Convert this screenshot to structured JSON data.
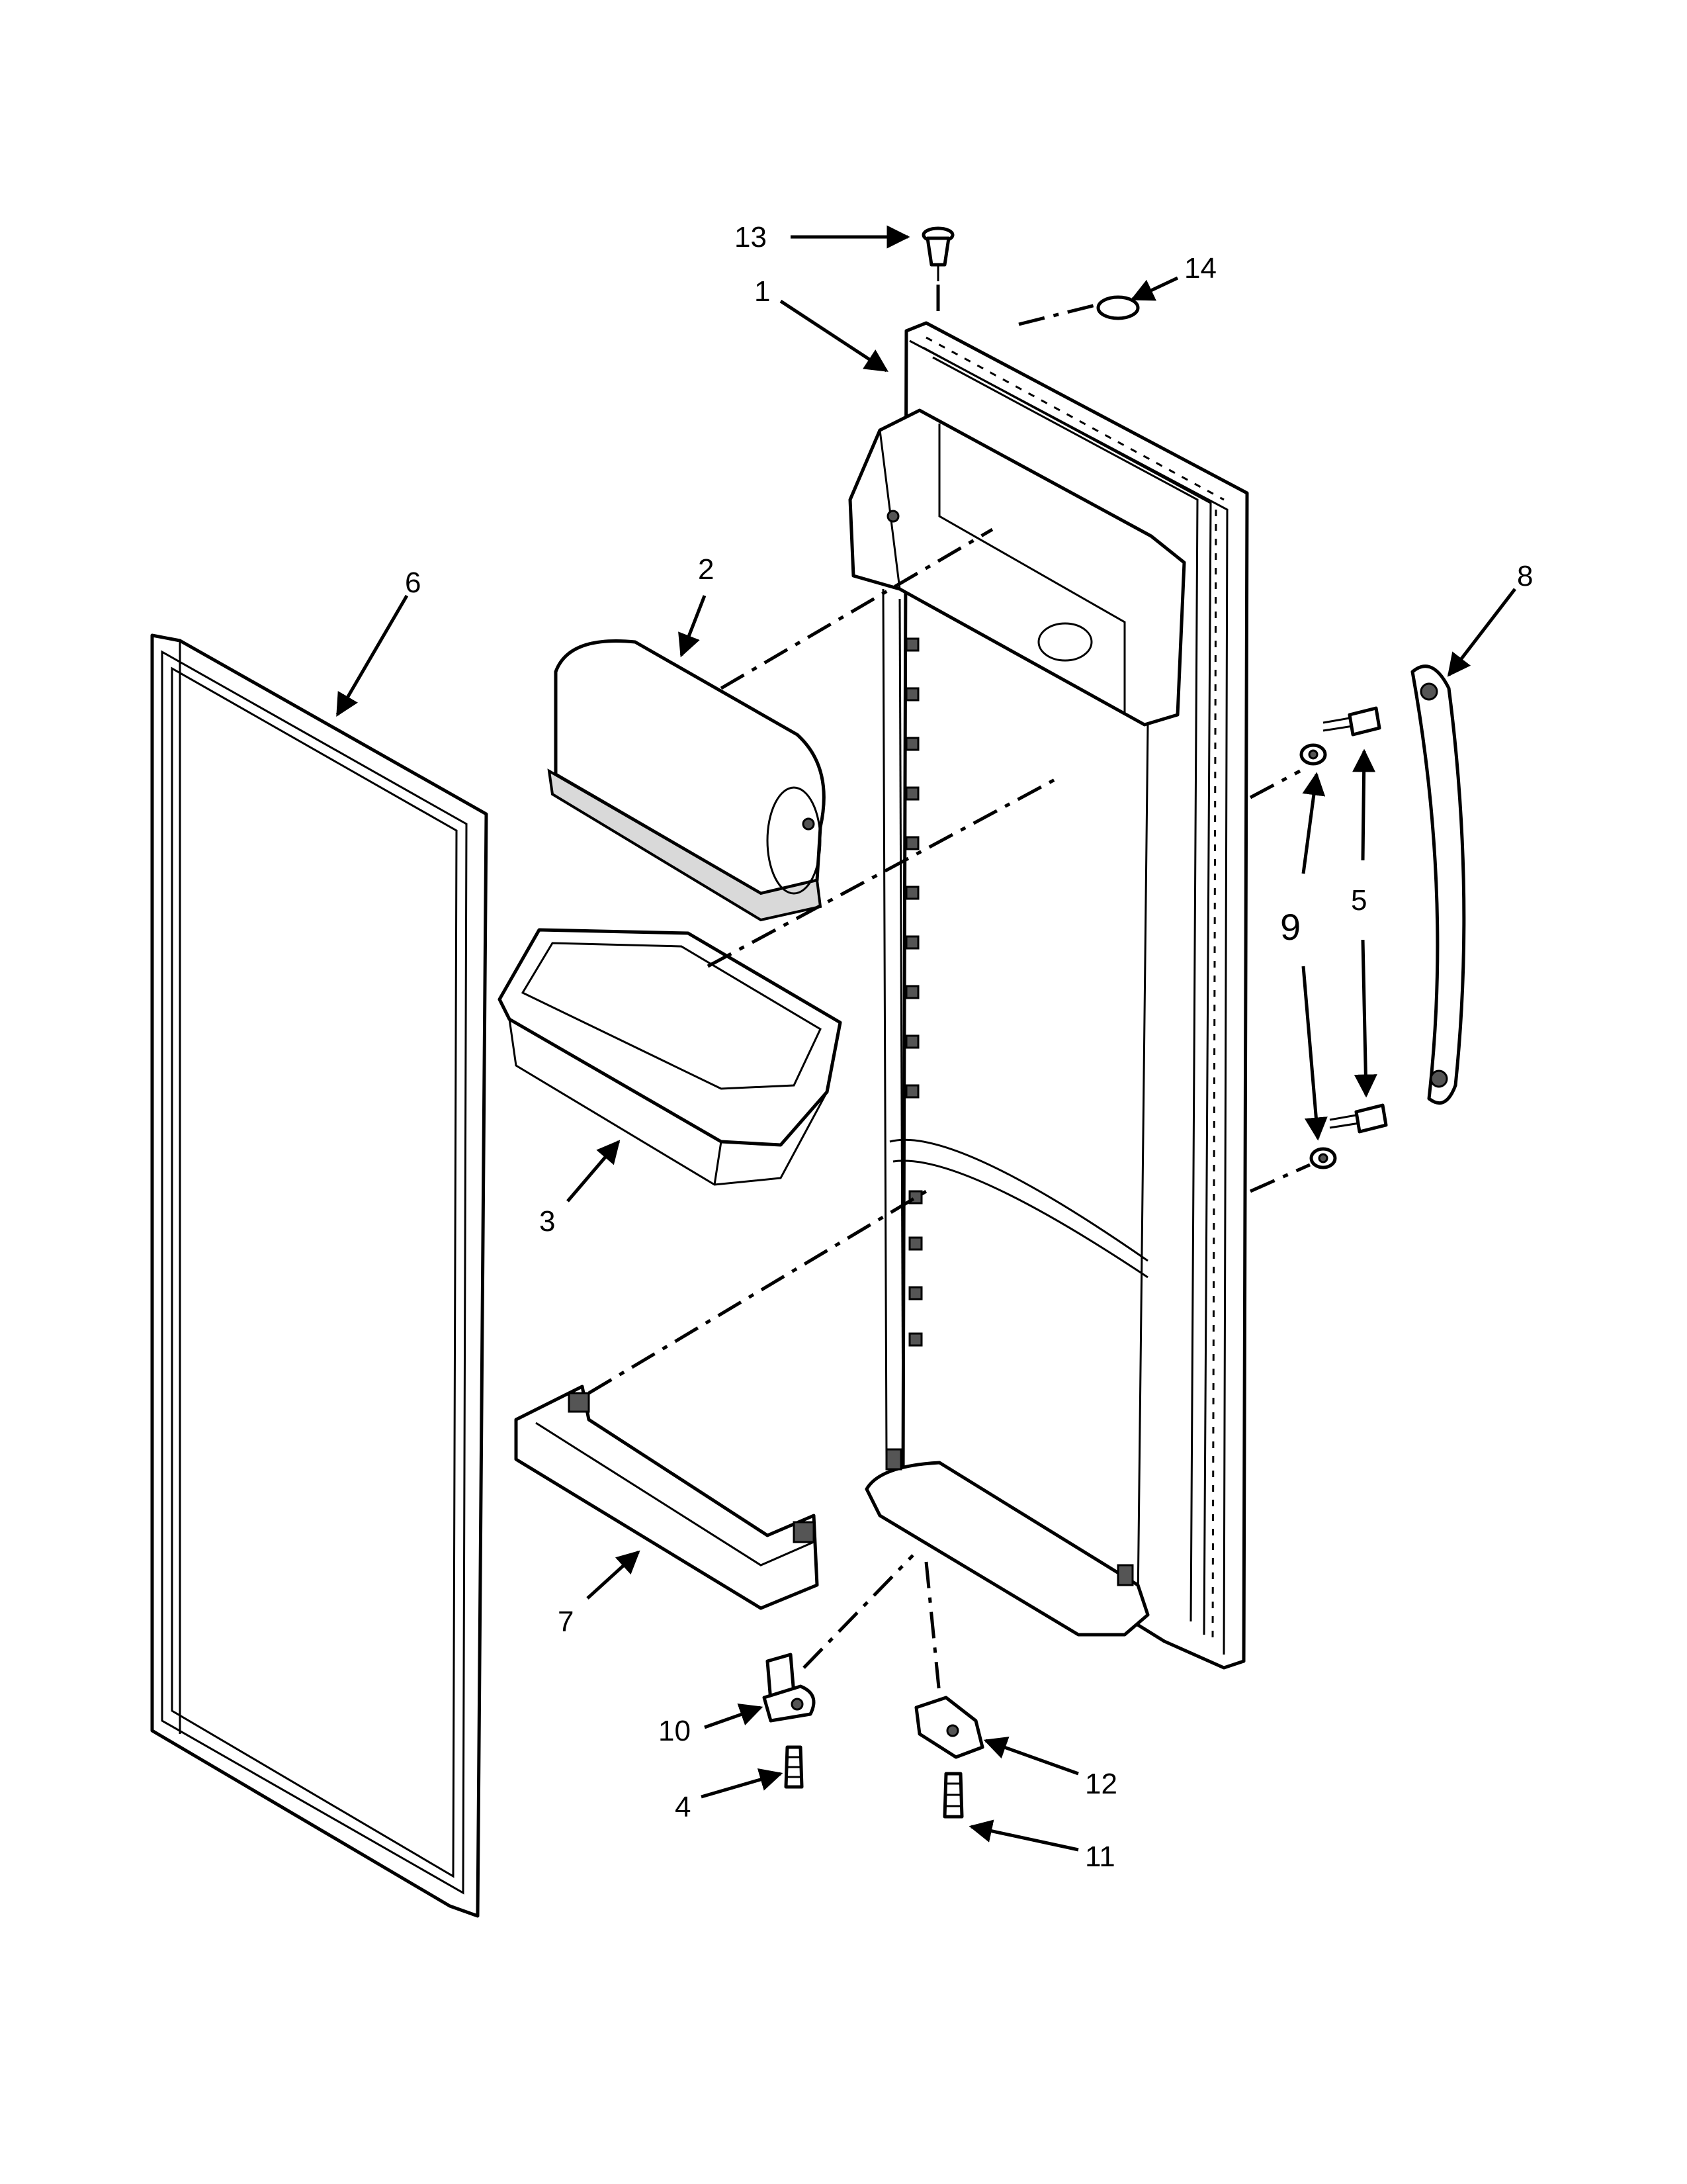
{
  "diagram": {
    "callouts": {
      "p1": "1",
      "p2": "2",
      "p3": "3",
      "p4": "4",
      "p5": "5",
      "p6": "6",
      "p7": "7",
      "p8": "8",
      "p9": "9",
      "p10": "10",
      "p11": "11",
      "p12": "12",
      "p13": "13",
      "p14": "14"
    }
  }
}
